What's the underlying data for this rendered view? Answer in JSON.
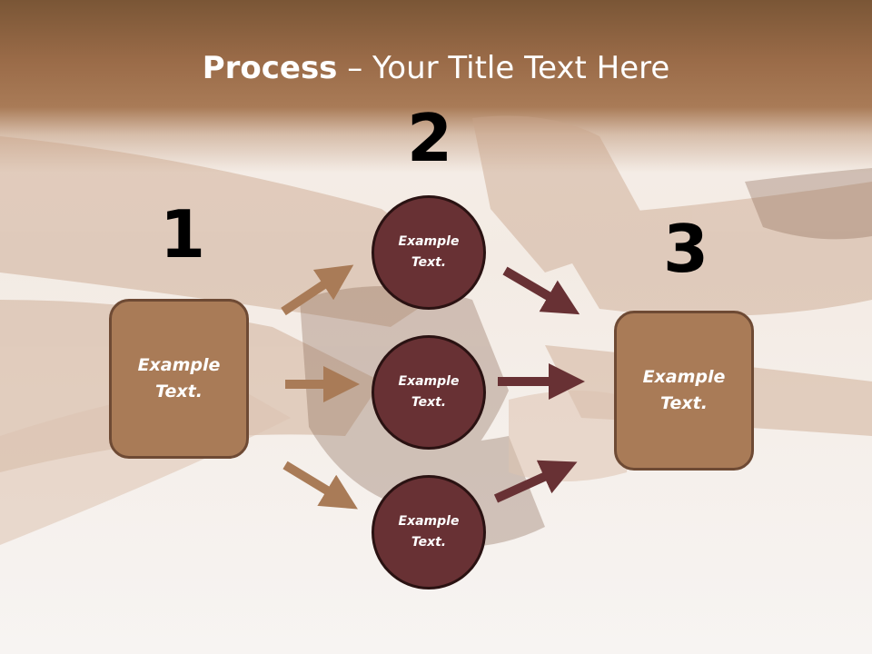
{
  "title": {
    "bold": "Process",
    "rest": " – Your Title Text Here"
  },
  "steps": [
    {
      "number": "1",
      "text_line1": "Example",
      "text_line2": "Text."
    },
    {
      "number": "2"
    },
    {
      "number": "3",
      "text_line1": "Example",
      "text_line2": "Text."
    }
  ],
  "circles": [
    {
      "line1": "Example",
      "line2": "Text."
    },
    {
      "line1": "Example",
      "line2": "Text."
    },
    {
      "line1": "Example",
      "line2": "Text."
    }
  ],
  "colors": {
    "header": "#9a6b48",
    "box_fill": "#a97b57",
    "circle_fill": "#683134",
    "arrow_left": "#a97b57",
    "arrow_right": "#683134"
  }
}
